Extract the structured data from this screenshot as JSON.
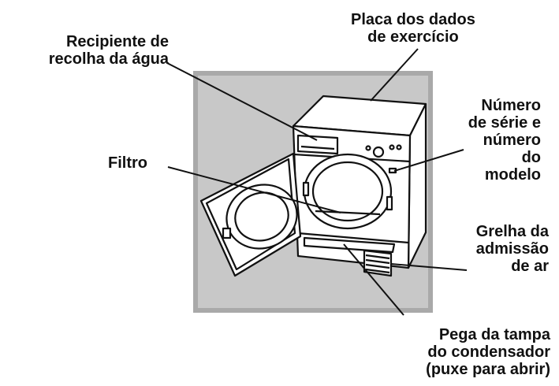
{
  "colors": {
    "background": "#ffffff",
    "panel": "#c8c8c8",
    "panel_border": "#a9a9a9",
    "ink": "#111111",
    "dryer_fill": "#ffffff"
  },
  "labels": {
    "rating_plate": [
      "Placa dos dados",
      "de exercício"
    ],
    "water_container": [
      "Recipiente de",
      "recolha da água"
    ],
    "serial_model": [
      "Número",
      "de série e",
      "número",
      "do",
      "modelo"
    ],
    "filter": [
      "Filtro"
    ],
    "air_intake": [
      "Grelha da",
      "admissão",
      "de ar"
    ],
    "condenser_handle": [
      "Pega da tampa",
      "do condensador",
      "(puxe para abrir)"
    ]
  }
}
